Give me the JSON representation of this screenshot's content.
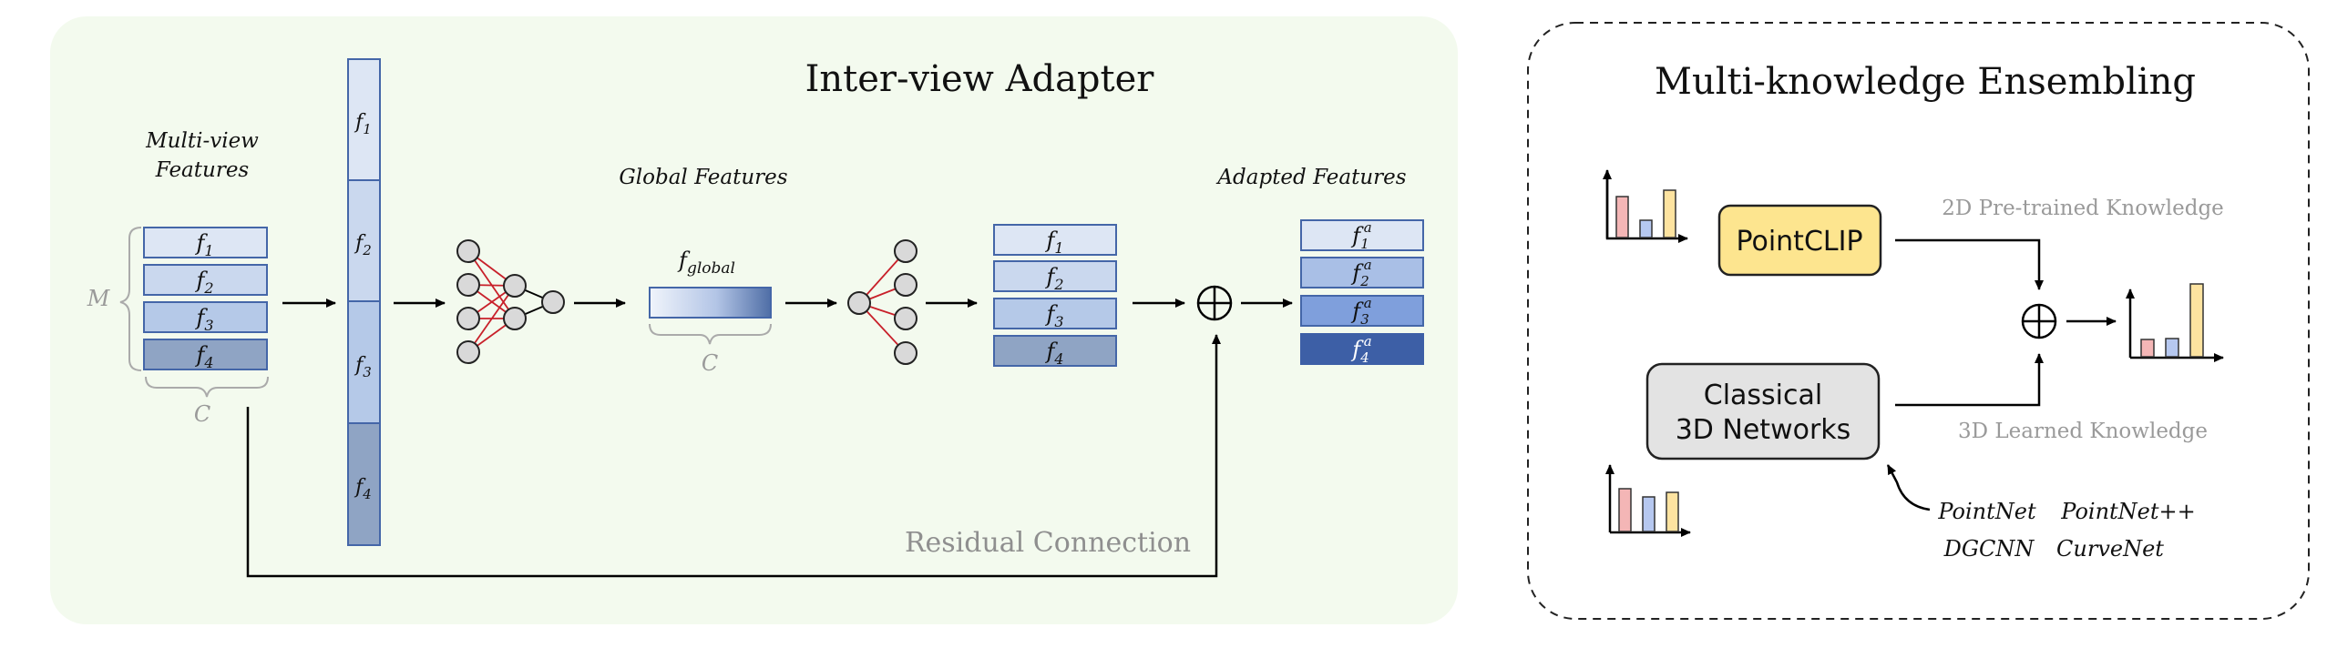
{
  "inter_view": {
    "title": "Inter-view Adapter",
    "mv_title_line1": "Multi-view",
    "mv_title_line2": "Features",
    "dim_m": "M",
    "dim_c": "C",
    "feature_labels": [
      "f",
      "f",
      "f",
      "f"
    ],
    "feature_subs": [
      "1",
      "2",
      "3",
      "4"
    ],
    "global_features_label": "Global Features",
    "global_symbol": "f",
    "global_sub": "global",
    "global_dim_c": "C",
    "adapted_features_label": "Adapted Features",
    "adapted_sup": "a",
    "residual_label": "Residual Connection",
    "plus_symbol": "⊕"
  },
  "ensembling": {
    "title": "Multi-knowledge Ensembling",
    "pointclip_label": "PointCLIP",
    "classical_line1": "Classical",
    "classical_line2": "3D Networks",
    "knowledge_2d": "2D Pre-trained Knowledge",
    "knowledge_3d": "3D Learned Knowledge",
    "networks_row1": [
      "PointNet",
      "PointNet++"
    ],
    "networks_row2": [
      "DGCNN",
      "CurveNet"
    ],
    "plus_symbol": "⊕"
  },
  "colors": {
    "panel_left_bg": "#f3faee",
    "feature_border": "#4466a8",
    "feature_1": "#dde6f4",
    "feature_2": "#cad8ee",
    "feature_3": "#b5c9e8",
    "feature_4": "#8fa4c4",
    "adapted_1": "#dde6f4",
    "adapted_2": "#a9bfe6",
    "adapted_3": "#7f9fdc",
    "adapted_4": "#3d5fa6",
    "mlp_edge": "#c8202a",
    "node_fill": "#d9d9d9",
    "pointclip_fill": "#fde58f",
    "classical_fill": "#e3e3e3",
    "bar_red": "#f4b6b6",
    "bar_blue": "#b6c8f0",
    "bar_yellow": "#fde3a0",
    "muted_text": "#9a9a9a"
  }
}
